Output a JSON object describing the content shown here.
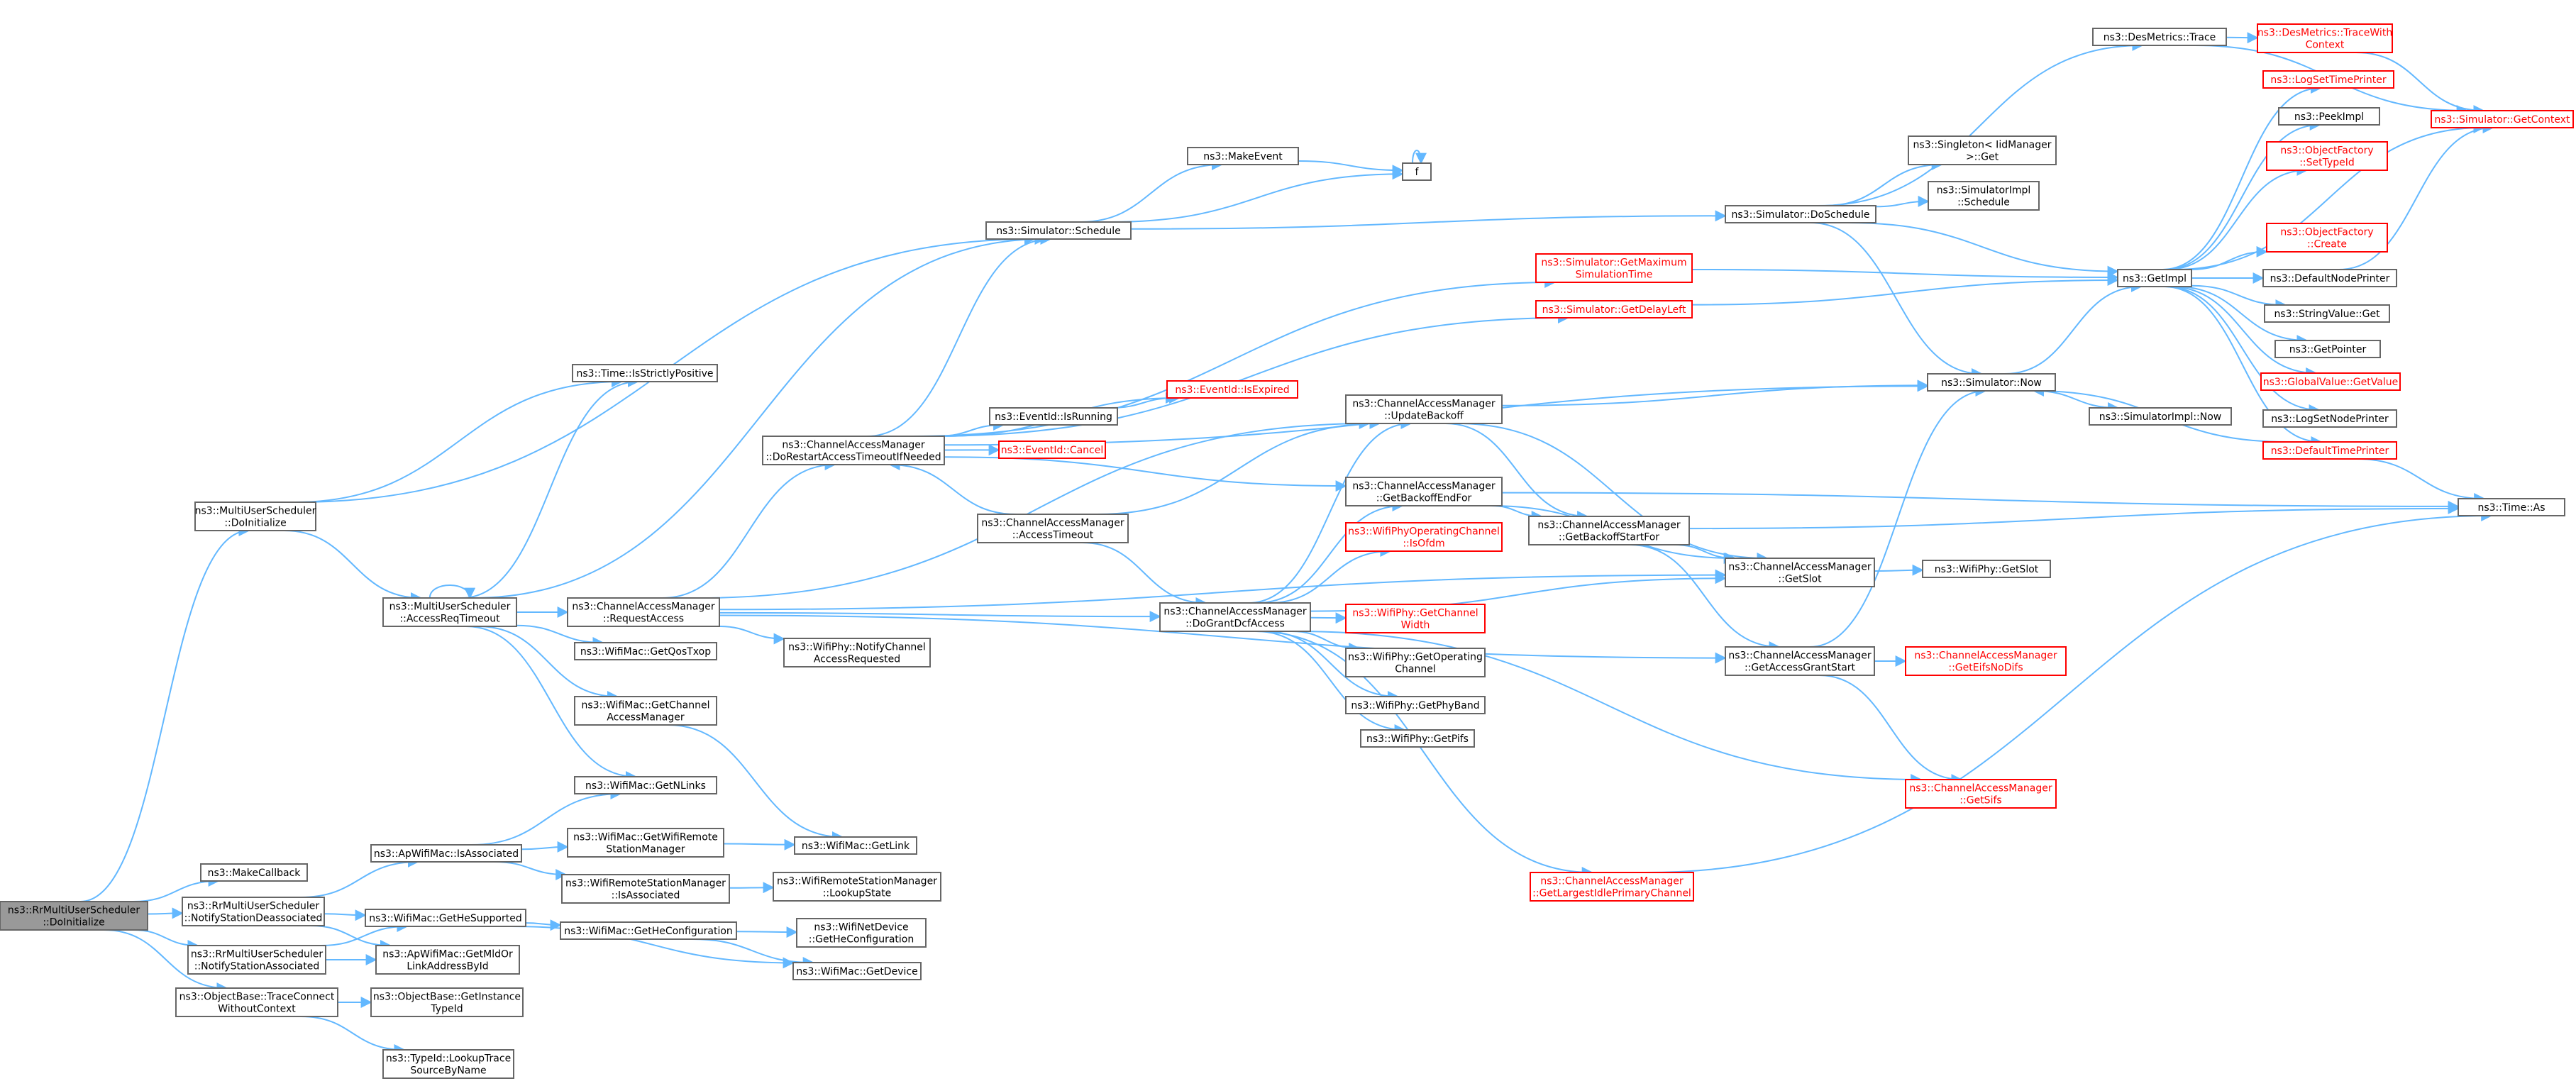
{
  "colors": {
    "edge": "#63b8ff",
    "node_border": "#666666",
    "ref_missing": "#ff0000",
    "root_fill": "#999999"
  },
  "nodes": {
    "root": {
      "label": [
        "ns3::RrMultiUserScheduler",
        "::DoInitialize"
      ]
    },
    "makecb": {
      "label": [
        "ns3::MakeCallback"
      ]
    },
    "notifydeassoc": {
      "label": [
        "ns3::RrMultiUserScheduler",
        "::NotifyStationDeassociated"
      ]
    },
    "notifyassoc": {
      "label": [
        "ns3::RrMultiUserScheduler",
        "::NotifyStationAssociated"
      ]
    },
    "traceconnect": {
      "label": [
        "ns3::ObjectBase::TraceConnect",
        "WithoutContext"
      ]
    },
    "mus_doinit": {
      "label": [
        "ns3::MultiUserScheduler",
        "::DoInitialize"
      ]
    },
    "mus_accessreq": {
      "label": [
        "ns3::MultiUserScheduler",
        "::AccessReqTimeout"
      ]
    },
    "time_strict": {
      "label": [
        "ns3::Time::IsStrictlyPositive"
      ]
    },
    "ap_isassoc": {
      "label": [
        "ns3::ApWifiMac::IsAssociated"
      ]
    },
    "getHeSupported": {
      "label": [
        "ns3::WifiMac::GetHeSupported"
      ]
    },
    "getMldOr": {
      "label": [
        "ns3::ApWifiMac::GetMldOr",
        "LinkAddressById"
      ]
    },
    "getInstTypeId": {
      "label": [
        "ns3::ObjectBase::GetInstance",
        "TypeId"
      ]
    },
    "lookupTrace": {
      "label": [
        "ns3::TypeId::LookupTrace",
        "SourceByName"
      ]
    },
    "cam_reqaccess": {
      "label": [
        "ns3::ChannelAccessManager",
        "::RequestAccess"
      ]
    },
    "getQosTxop": {
      "label": [
        "ns3::WifiMac::GetQosTxop"
      ]
    },
    "getChanAM": {
      "label": [
        "ns3::WifiMac::GetChannel",
        "AccessManager"
      ]
    },
    "getNLinks": {
      "label": [
        "ns3::WifiMac::GetNLinks"
      ]
    },
    "getRemoteSM": {
      "label": [
        "ns3::WifiMac::GetWifiRemote",
        "StationManager"
      ]
    },
    "wrsm_isassoc": {
      "label": [
        "ns3::WifiRemoteStationManager",
        "::IsAssociated"
      ]
    },
    "getHeConfig": {
      "label": [
        "ns3::WifiMac::GetHeConfiguration"
      ]
    },
    "sim_schedule": {
      "label": [
        "ns3::Simulator::Schedule"
      ]
    },
    "cam_dorestart": {
      "label": [
        "ns3::ChannelAccessManager",
        "::DoRestartAccessTimeoutIfNeeded"
      ]
    },
    "cam_acctimeout": {
      "label": [
        "ns3::ChannelAccessManager",
        "::AccessTimeout"
      ]
    },
    "notifyChanReq": {
      "label": [
        "ns3::WifiPhy::NotifyChannel",
        "AccessRequested"
      ]
    },
    "getLink": {
      "label": [
        "ns3::WifiMac::GetLink"
      ]
    },
    "lookupState": {
      "label": [
        "ns3::WifiRemoteStationManager",
        "::LookupState"
      ]
    },
    "wnd_heconfig": {
      "label": [
        "ns3::WifiNetDevice",
        "::GetHeConfiguration"
      ]
    },
    "getDevice": {
      "label": [
        "ns3::WifiMac::GetDevice"
      ]
    },
    "makeEvent": {
      "label": [
        "ns3::MakeEvent"
      ]
    },
    "f": {
      "label": [
        "f"
      ]
    },
    "evIsRunning": {
      "label": [
        "ns3::EventId::IsRunning"
      ]
    },
    "evCancel": {
      "label": [
        "ns3::EventId::Cancel"
      ]
    },
    "evIsExpired": {
      "label": [
        "ns3::EventId::IsExpired"
      ]
    },
    "cam_dogrant": {
      "label": [
        "ns3::ChannelAccessManager",
        "::DoGrantDcfAccess"
      ]
    },
    "cam_updback": {
      "label": [
        "ns3::ChannelAccessManager",
        "::UpdateBackoff"
      ]
    },
    "cam_getbackend": {
      "label": [
        "ns3::ChannelAccessManager",
        "::GetBackoffEndFor"
      ]
    },
    "isOfdm": {
      "label": [
        "ns3::WifiPhyOperatingChannel",
        "::IsOfdm"
      ]
    },
    "getChanWidth": {
      "label": [
        "ns3::WifiPhy::GetChannel",
        "Width"
      ]
    },
    "getOpChan": {
      "label": [
        "ns3::WifiPhy::GetOperating",
        "Channel"
      ]
    },
    "getPhyBand": {
      "label": [
        "ns3::WifiPhy::GetPhyBand"
      ]
    },
    "getPifs": {
      "label": [
        "ns3::WifiPhy::GetPifs"
      ]
    },
    "cam_getlargest": {
      "label": [
        "ns3::ChannelAccessManager",
        "::GetLargestIdlePrimaryChannel"
      ]
    },
    "sim_getmax": {
      "label": [
        "ns3::Simulator::GetMaximum",
        "SimulationTime"
      ]
    },
    "sim_getdelay": {
      "label": [
        "ns3::Simulator::GetDelayLeft"
      ]
    },
    "sim_doschedule": {
      "label": [
        "ns3::Simulator::DoSchedule"
      ]
    },
    "cam_getbackstart": {
      "label": [
        "ns3::ChannelAccessManager",
        "::GetBackoffStartFor"
      ]
    },
    "cam_getslot": {
      "label": [
        "ns3::ChannelAccessManager",
        "::GetSlot"
      ]
    },
    "cam_getaccgrant": {
      "label": [
        "ns3::ChannelAccessManager",
        "::GetAccessGrantStart"
      ]
    },
    "sim_now": {
      "label": [
        "ns3::Simulator::Now"
      ]
    },
    "simimpl_now": {
      "label": [
        "ns3::SimulatorImpl::Now"
      ]
    },
    "singleton": {
      "label": [
        "ns3::Singleton< IidManager",
        " >::Get"
      ]
    },
    "simimpl_sched": {
      "label": [
        "ns3::SimulatorImpl",
        "::Schedule"
      ]
    },
    "desTrace": {
      "label": [
        "ns3::DesMetrics::Trace"
      ]
    },
    "wifiPhyGetSlot": {
      "label": [
        "ns3::WifiPhy::GetSlot"
      ]
    },
    "cam_geteifs": {
      "label": [
        "ns3::ChannelAccessManager",
        "::GetEifsNoDifs"
      ]
    },
    "cam_getsifs": {
      "label": [
        "ns3::ChannelAccessManager",
        "::GetSifs"
      ]
    },
    "getImpl": {
      "label": [
        "ns3::GetImpl"
      ]
    },
    "desTraceCtx": {
      "label": [
        "ns3::DesMetrics::TraceWith",
        "Context"
      ]
    },
    "logSetTime": {
      "label": [
        "ns3::LogSetTimePrinter"
      ]
    },
    "peekImpl": {
      "label": [
        "ns3::PeekImpl"
      ]
    },
    "ofSetTypeId": {
      "label": [
        "ns3::ObjectFactory",
        "::SetTypeId"
      ]
    },
    "ofCreate": {
      "label": [
        "ns3::ObjectFactory",
        "::Create"
      ]
    },
    "defNodePrinter": {
      "label": [
        "ns3::DefaultNodePrinter"
      ]
    },
    "strValGet": {
      "label": [
        "ns3::StringValue::Get"
      ]
    },
    "getPointer": {
      "label": [
        "ns3::GetPointer"
      ]
    },
    "globalGetValue": {
      "label": [
        "ns3::GlobalValue::GetValue"
      ]
    },
    "logSetNode": {
      "label": [
        "ns3::LogSetNodePrinter"
      ]
    },
    "defTimePrinter": {
      "label": [
        "ns3::DefaultTimePrinter"
      ]
    },
    "simGetContext": {
      "label": [
        "ns3::Simulator::GetContext"
      ]
    },
    "timeAs": {
      "label": [
        "ns3::Time::As"
      ]
    }
  }
}
